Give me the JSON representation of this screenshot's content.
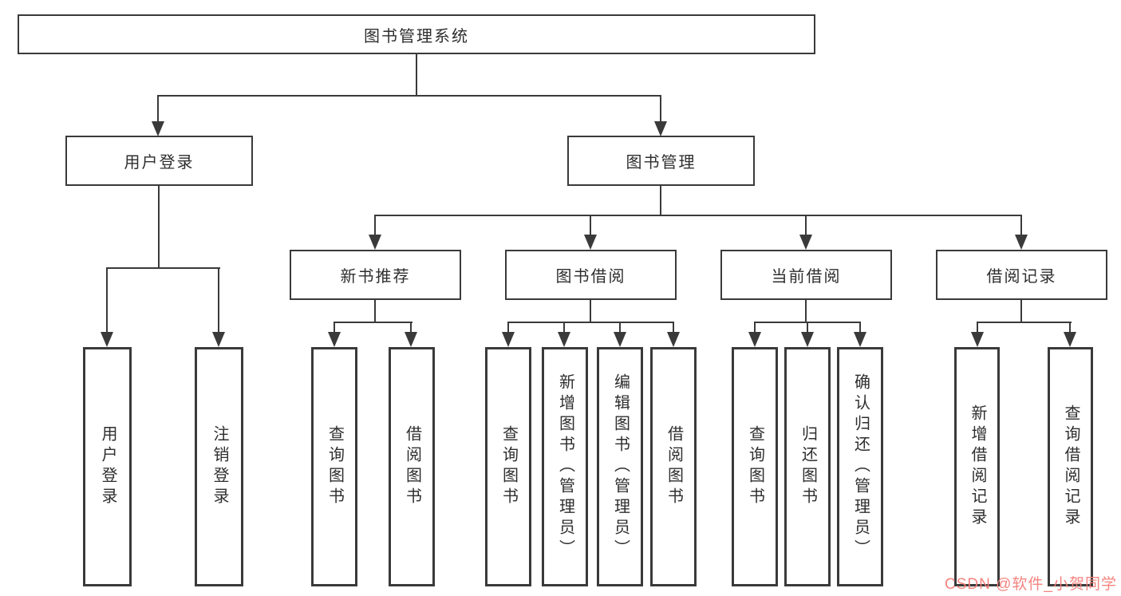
{
  "diagram": {
    "root": {
      "label": "图书管理系统"
    },
    "level2": [
      {
        "label": "用户登录",
        "children": [
          {
            "label": "用户登录"
          },
          {
            "label": "注销登录"
          }
        ]
      },
      {
        "label": "图书管理",
        "children": [
          {
            "label": "新书推荐",
            "children": [
              {
                "label": "查询图书"
              },
              {
                "label": "借阅图书"
              }
            ]
          },
          {
            "label": "图书借阅",
            "children": [
              {
                "label": "查询图书"
              },
              {
                "label": "新增图书（管理员）"
              },
              {
                "label": "编辑图书（管理员）"
              },
              {
                "label": "借阅图书"
              }
            ]
          },
          {
            "label": "当前借阅",
            "children": [
              {
                "label": "查询图书"
              },
              {
                "label": "归还图书"
              },
              {
                "label": "确认归还（管理员）"
              }
            ]
          },
          {
            "label": "借阅记录",
            "children": [
              {
                "label": "新增借阅记录"
              },
              {
                "label": "查询借阅记录"
              }
            ]
          }
        ]
      }
    ]
  },
  "watermark": {
    "text": "CSDN @软件_小贺同学",
    "color": "#f37d79"
  },
  "colors": {
    "line": "#3a3a3a",
    "text": "#2e2e2e",
    "background": "#ffffff"
  }
}
